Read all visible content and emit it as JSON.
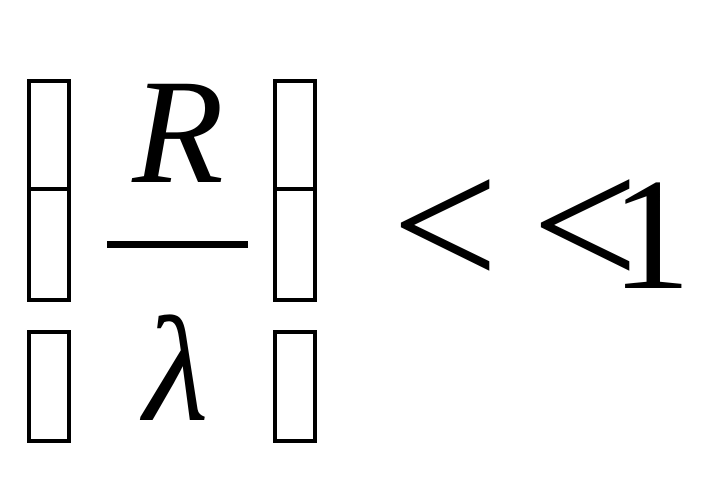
{
  "formula": {
    "numerator": "R",
    "denominator": "λ",
    "relation_first": "<",
    "relation_second": "<",
    "rhs": "1"
  },
  "colors": {
    "ink": "#000000",
    "background": "#ffffff"
  }
}
